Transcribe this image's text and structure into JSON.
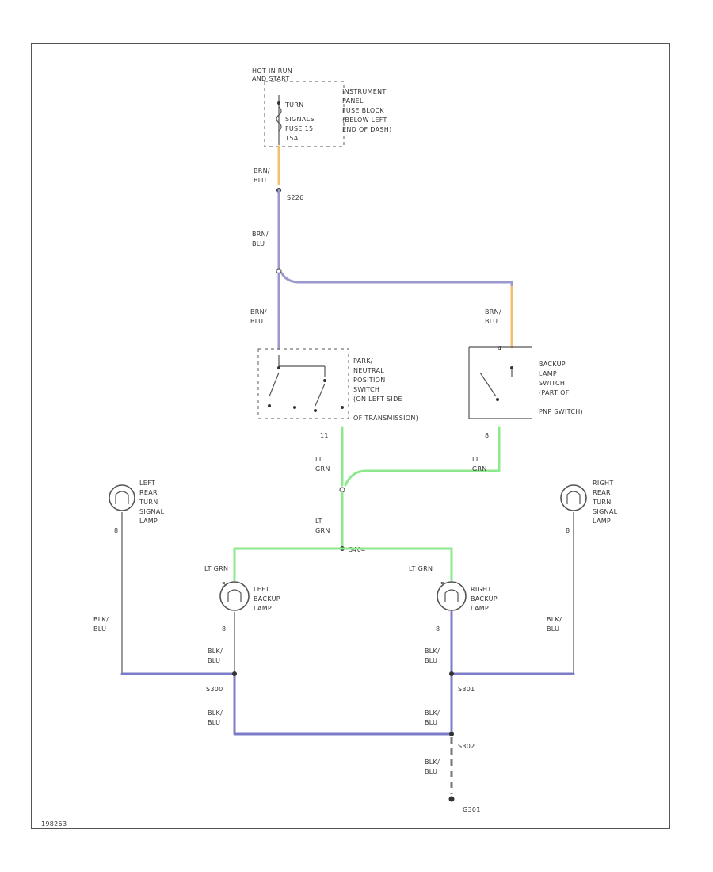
{
  "colors": {
    "brn_blu": "#9a98cc",
    "lt_grn": "#8ee88e",
    "blk_blu": "#7c7cc8",
    "hot_feed": "#f0c070",
    "blk_dashed": "#777777"
  },
  "labels": {
    "hot_in_run": "HOT IN RUN",
    "hot_in_start": "AND START",
    "fuse_1": "TURN",
    "fuse_2": "SIGNALS",
    "fuse_3": "FUSE 15",
    "fuse_4": "15A",
    "fuse_block_1": "INSTRUMENT",
    "fuse_block_2": "PANEL",
    "fuse_block_3": "FUSE BLOCK",
    "fuse_block_4": "(BELOW LEFT",
    "fuse_block_5": "END OF DASH)",
    "wire_brn_blu_1a": "BRN/",
    "wire_brn_blu_1b": "BLU",
    "splice_top": "S226",
    "wire_brn_blu_2a": "BRN/",
    "wire_brn_blu_2b": "BLU",
    "wire_brn_blu_3a": "BRN/",
    "wire_brn_blu_3b": "BLU",
    "wire_brn_blu_4a": "BRN/",
    "wire_brn_blu_4b": "BLU",
    "pnp_1": "PARK/",
    "pnp_2": "NEUTRAL",
    "pnp_3": "POSITION",
    "pnp_4": "SWITCH",
    "pnp_5": "(ON LEFT SIDE",
    "pnp_6": "OF TRANSMISSION)",
    "pnp_pin": "11",
    "backup_sw_1": "BACKUP",
    "backup_sw_2": "LAMP",
    "backup_sw_3": "SWITCH",
    "backup_sw_4": "(PART OF",
    "backup_sw_5": "PNP SWITCH)",
    "backup_sw_pin_top": "4",
    "backup_sw_pin_bottom": "8",
    "wire_lt_grn_1a": "LT",
    "wire_lt_grn_1b": "GRN",
    "wire_lt_grn_2a": "LT",
    "wire_lt_grn_2b": "GRN",
    "wire_lt_grn_3a": "LT",
    "wire_lt_grn_3b": "GRN",
    "splice_mid": "S404",
    "lrt_1": "LEFT",
    "lrt_2": "REAR",
    "lrt_3": "TURN",
    "lrt_4": "SIGNAL",
    "lrt_5": "LAMP",
    "lrt_pin": "8",
    "rrt_1": "RIGHT",
    "rrt_2": "REAR",
    "rrt_3": "TURN",
    "rrt_4": "SIGNAL",
    "rrt_5": "LAMP",
    "rrt_pin": "8",
    "lbu_wire": "LT GRN",
    "lbu_1": "LEFT",
    "lbu_2": "BACKUP",
    "lbu_3": "LAMP",
    "lbu_pin_top": "5",
    "lbu_pin_bottom": "8",
    "rbu_wire": "LT GRN",
    "rbu_1": "RIGHT",
    "rbu_2": "BACKUP",
    "rbu_3": "LAMP",
    "rbu_pin_top": "5",
    "rbu_pin_bottom": "8",
    "wire_blk_blu_1a": "BLK/",
    "wire_blk_blu_1b": "BLU",
    "wire_blk_blu_2a": "BLK/",
    "wire_blk_blu_2b": "BLU",
    "wire_blk_blu_3a": "BLK/",
    "wire_blk_blu_3b": "BLU",
    "wire_blk_blu_4a": "BLK/",
    "wire_blk_blu_4b": "BLU",
    "wire_blk_blu_5a": "BLK/",
    "wire_blk_blu_5b": "BLU",
    "wire_blk_blu_6a": "BLK/",
    "wire_blk_blu_6b": "BLU",
    "wire_blk_blu_7a": "BLK/",
    "wire_blk_blu_7b": "BLU",
    "splice_left": "S300",
    "splice_right": "S301",
    "splice_bottom": "S302",
    "ground": "G301",
    "figure_id": "198263"
  }
}
